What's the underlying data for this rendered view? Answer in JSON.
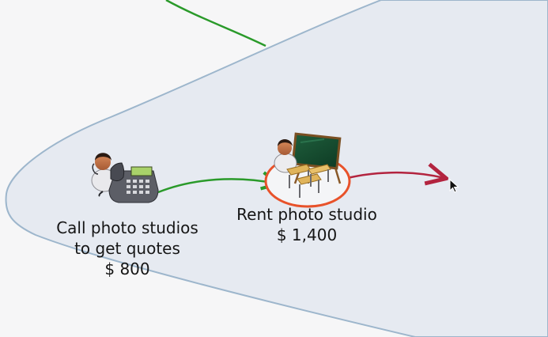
{
  "nodes": {
    "call": {
      "line1": "Call photo studios",
      "line2": "to get quotes",
      "cost": "$ 800",
      "icon": "person-phone-icon"
    },
    "rent": {
      "line1": "Rent photo studio",
      "cost": "$ 1,400",
      "icon": "classroom-presenter-icon",
      "highlight_color": "#e8522a"
    }
  },
  "colors": {
    "region_fill": "#e6eaf1",
    "region_border": "#9db6cc",
    "incoming_connector": "#2a9a2a",
    "outgoing_connector": "#b3243f"
  }
}
